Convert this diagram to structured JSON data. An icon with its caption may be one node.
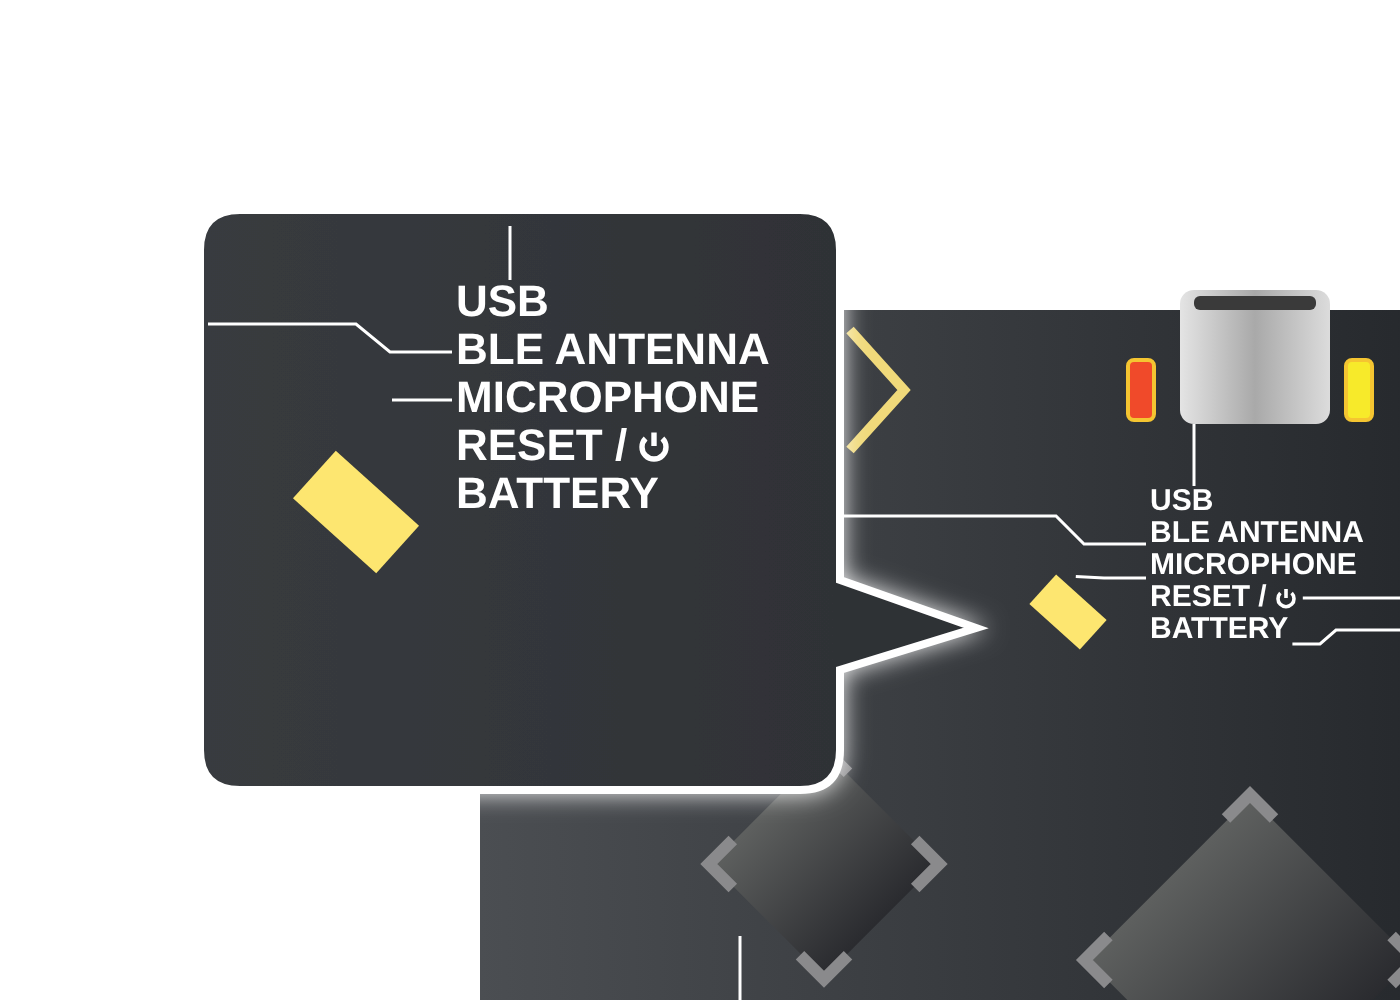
{
  "diagram": {
    "nodes": [
      {
        "text": [
          "USB"
        ]
      },
      {
        "text": [
          "BLE ANTENNA"
        ]
      },
      {
        "text": [
          "MICROPHONE"
        ]
      },
      {
        "text": [
          "RESET /"
        ]
      },
      {
        "text": [
          "BATTERY"
        ]
      },
      {
        "text": [
          "USB"
        ]
      },
      {
        "text": [
          "BLE ANTENNA"
        ]
      },
      {
        "text": [
          "MICROPHONE"
        ]
      },
      {
        "text": [
          "RESET /"
        ]
      },
      {
        "text": [
          "BATTERY"
        ]
      },
      {
        "text": [],
        "shape": "picture"
      },
      {
        "text": [],
        "shape": "box"
      }
    ],
    "edges": [
      {
        "from": 0,
        "to": 10,
        "arrow": "none"
      },
      {
        "from": 1,
        "to": null,
        "arrow": "none"
      },
      {
        "from": 2,
        "to": 11,
        "arrow": "none"
      },
      {
        "from": 3,
        "to": null,
        "arrow": "none"
      },
      {
        "from": 4,
        "to": null,
        "arrow": "none"
      },
      {
        "from": 5,
        "to": null,
        "arrow": "none"
      },
      {
        "from": 6,
        "to": null,
        "arrow": "none"
      },
      {
        "from": 7,
        "to": null,
        "arrow": "none"
      }
    ]
  }
}
